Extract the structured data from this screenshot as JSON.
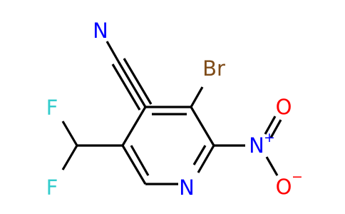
{
  "molecule": {
    "atoms": {
      "cyano_n": {
        "symbol": "N",
        "color": "#0000ff"
      },
      "bromine": {
        "symbol": "Br",
        "color": "#7f4c19"
      },
      "fluorine_top": {
        "symbol": "F",
        "color": "#33cccc"
      },
      "fluorine_bottom": {
        "symbol": "F",
        "color": "#33cccc"
      },
      "nitro_n": {
        "symbol": "N",
        "charge": "+",
        "color": "#0000ff"
      },
      "nitro_o_double": {
        "symbol": "O",
        "color": "#ff0000"
      },
      "nitro_o_single": {
        "symbol": "O",
        "charge": "−",
        "color": "#ff0000"
      },
      "ring_n": {
        "symbol": "N",
        "color": "#0000ff"
      }
    }
  }
}
